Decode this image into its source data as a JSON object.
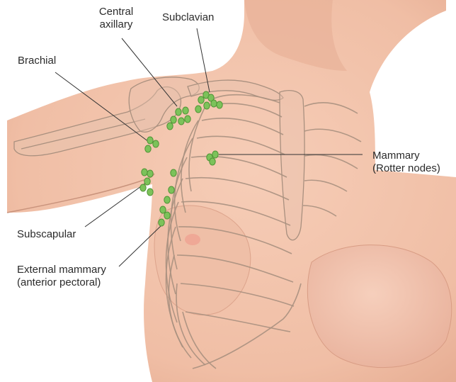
{
  "labels": {
    "central_axillary": {
      "line1": "Central",
      "line2": "axillary"
    },
    "subclavian": "Subclavian",
    "brachial": "Brachial",
    "mammary": {
      "line1": "Mammary",
      "line2": "(Rotter nodes)"
    },
    "subscapular": "Subscapular",
    "external_mammary": {
      "line1": "External mammary",
      "line2": "(anterior pectoral)"
    }
  },
  "colors": {
    "skin": "#f1c3ac",
    "skin_shadow": "#e2aa92",
    "bone_outline": "#a9907f",
    "node_fill": "#7cc25a",
    "node_stroke": "#4f9435",
    "leader_line": "#333333",
    "text": "#2b2b2b"
  }
}
